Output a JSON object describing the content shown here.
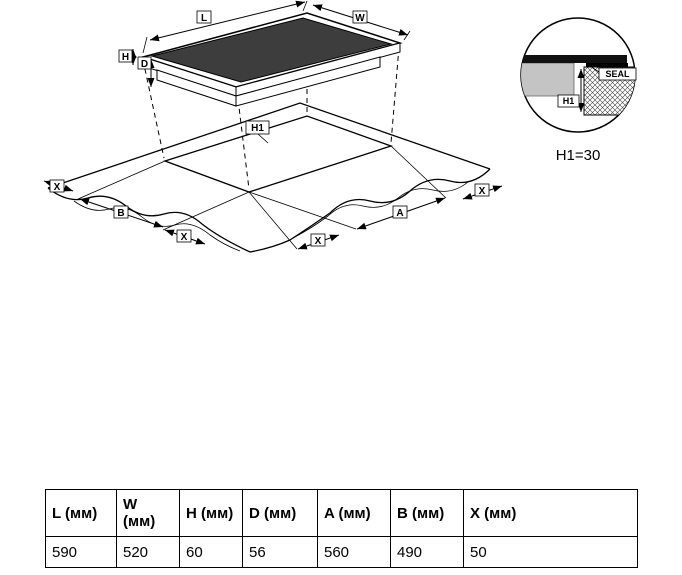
{
  "diagram": {
    "labels": {
      "L": "L",
      "W": "W",
      "H": "H",
      "D": "D",
      "H1": "H1",
      "X": "X",
      "A": "A",
      "B": "B"
    }
  },
  "detail": {
    "seal": "SEAL",
    "h1": "H1",
    "caption": "H1=30"
  },
  "table": {
    "headers": [
      "L (мм)",
      "W (мм)",
      "H (мм)",
      "D (мм)",
      "A (мм)",
      "B (мм)",
      "X (мм)"
    ],
    "values": [
      "590",
      "520",
      "60",
      "56",
      "560",
      "490",
      "50"
    ]
  }
}
